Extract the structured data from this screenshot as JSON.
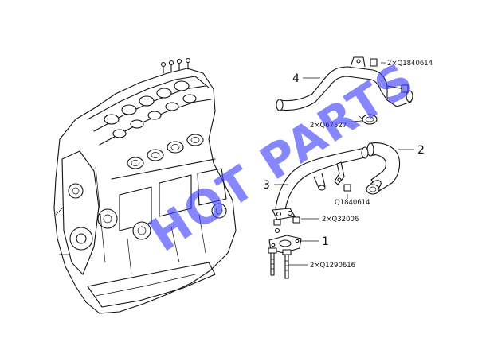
{
  "watermark": "HOT PARTS",
  "callouts": [
    {
      "num": "1",
      "code": "2×Q1290616"
    },
    {
      "num": "2",
      "code": ""
    },
    {
      "num": "3",
      "code": ""
    },
    {
      "num": "4",
      "code": "2×Q1840614"
    }
  ],
  "codes": {
    "clamp_upper": "2×Q67527",
    "bolt_mid": "Q1840614",
    "nut_flange": "2×Q32006"
  }
}
